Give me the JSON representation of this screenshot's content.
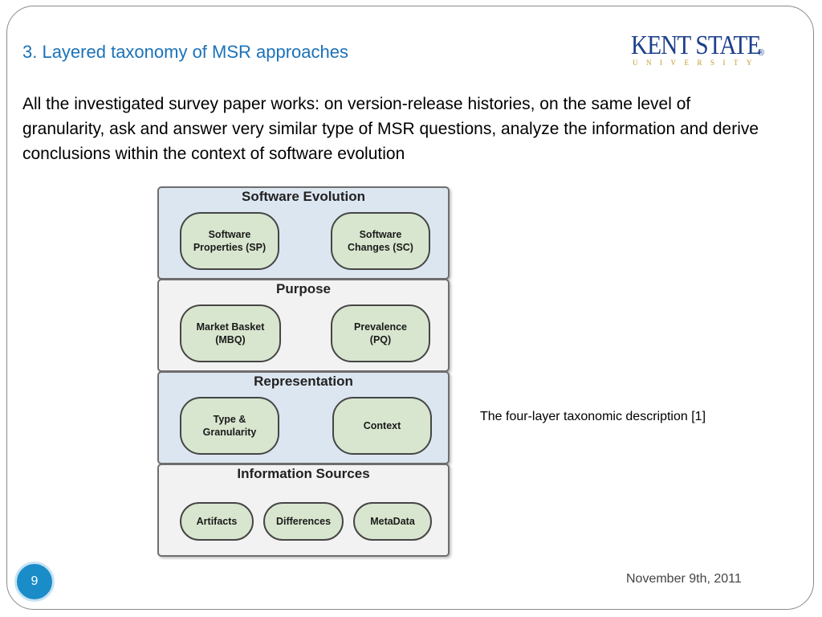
{
  "slide": {
    "title": "3. Layered taxonomy of MSR approaches",
    "body": "All the investigated survey paper works: on version-release histories, on the same level of granularity, ask and answer very similar type of MSR questions, analyze the information and derive conclusions within the context of software evolution",
    "caption": "The four-layer taxonomic description [1]",
    "page_number": "9",
    "date": "November 9th, 2011"
  },
  "logo": {
    "main": "KENT STATE",
    "registered": "®",
    "sub": "UNIVERSITY"
  },
  "diagram": {
    "layers": [
      {
        "title": "Software Evolution",
        "nodes": [
          "Software\nProperties (SP)",
          "Software\nChanges (SC)"
        ]
      },
      {
        "title": "Purpose",
        "nodes": [
          "Market Basket\n(MBQ)",
          "Prevalence\n(PQ)"
        ]
      },
      {
        "title": "Representation",
        "nodes": [
          "Type &\nGranularity",
          "Context"
        ]
      },
      {
        "title": "Information Sources",
        "nodes": [
          "Artifacts",
          "Differences",
          "MetaData"
        ]
      }
    ]
  },
  "colors": {
    "title": "#1b72b8",
    "layer_blue": "#dce6f1",
    "layer_grey": "#f2f2f2",
    "node_fill": "#d9e6cf",
    "badge": "#1a8dc9",
    "logo_blue": "#1d3f8c",
    "logo_gold": "#c49a2a"
  }
}
